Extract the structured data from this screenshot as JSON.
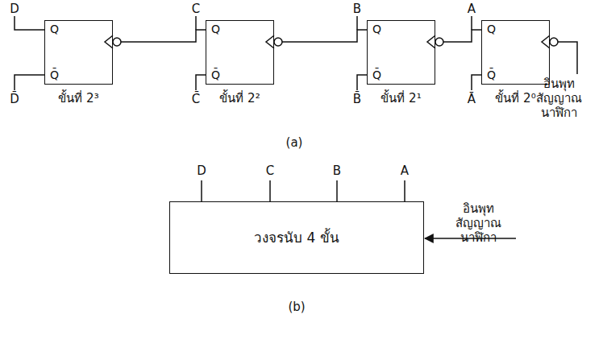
{
  "diagram": {
    "nodes": [
      {
        "text": [
          "Q",
          "Q̄",
          "ขั้นที่ 2³"
        ]
      },
      {
        "text": [
          "Q",
          "Q̄",
          "ขั้นที่ 2²"
        ]
      },
      {
        "text": [
          "Q",
          "Q̄",
          "ขั้นที่ 2¹"
        ]
      },
      {
        "text": [
          "Q",
          "Q̄",
          "ขั้นที่ 2⁰"
        ]
      },
      {
        "text": [
          "วงจรนับ 4 ขั้น"
        ]
      }
    ],
    "edges": [
      {
        "from": 1,
        "to": 0,
        "arrow": "none"
      },
      {
        "from": 2,
        "to": 1,
        "arrow": "none"
      },
      {
        "from": 3,
        "to": 2,
        "arrow": "none"
      }
    ],
    "labels": [
      "D",
      "C",
      "B",
      "A",
      "D̄",
      "C̄",
      "B̄",
      "Ā",
      "อินพุท สัญญาณนาฬิกา",
      "(a)",
      "D",
      "C",
      "B",
      "A",
      "อินพุท สัญญาณนาฬิกา",
      "(b)"
    ]
  }
}
